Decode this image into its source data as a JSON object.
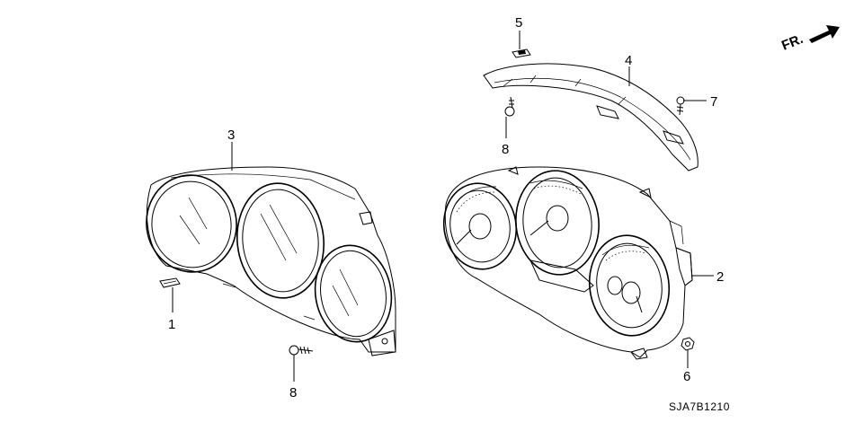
{
  "diagram": {
    "direction_label": "FR.",
    "drawing_code": "SJA7B1210",
    "callouts": {
      "c1": "1",
      "c2": "2",
      "c3": "3",
      "c4": "4",
      "c5": "5",
      "c6": "6",
      "c7": "7",
      "c8a": "8",
      "c8b": "8"
    }
  }
}
